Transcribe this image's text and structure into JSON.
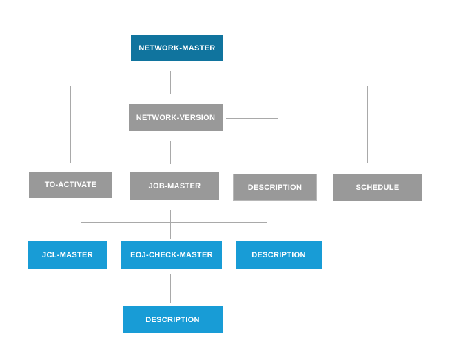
{
  "diagram": {
    "type": "hierarchy",
    "nodes": [
      {
        "id": "network-master",
        "label": "NETWORK-MASTER",
        "role": "root"
      },
      {
        "id": "network-version",
        "label": "NETWORK-VERSION",
        "role": "branch"
      },
      {
        "id": "to-activate",
        "label": "TO-ACTIVATE",
        "role": "branch"
      },
      {
        "id": "job-master",
        "label": "JOB-MASTER",
        "role": "branch"
      },
      {
        "id": "description-network",
        "label": "DESCRIPTION",
        "role": "branch"
      },
      {
        "id": "schedule",
        "label": "SCHEDULE",
        "role": "branch"
      },
      {
        "id": "jcl-master",
        "label": "JCL-MASTER",
        "role": "leaf"
      },
      {
        "id": "eoj-check-master",
        "label": "EOJ-CHECK-MASTER",
        "role": "leaf"
      },
      {
        "id": "description-job",
        "label": "DESCRIPTION",
        "role": "leaf"
      },
      {
        "id": "description-eoj",
        "label": "DESCRIPTION",
        "role": "leaf"
      }
    ],
    "edges": [
      {
        "from": "network-master",
        "to": "network-version"
      },
      {
        "from": "network-master",
        "to": "to-activate"
      },
      {
        "from": "network-master",
        "to": "schedule"
      },
      {
        "from": "network-version",
        "to": "job-master"
      },
      {
        "from": "network-version",
        "to": "description-network"
      },
      {
        "from": "job-master",
        "to": "jcl-master"
      },
      {
        "from": "job-master",
        "to": "eoj-check-master"
      },
      {
        "from": "job-master",
        "to": "description-job"
      },
      {
        "from": "eoj-check-master",
        "to": "description-eoj"
      }
    ],
    "colors": {
      "root_fill": "#10749e",
      "branch_fill": "#999999",
      "leaf_fill": "#189cd6",
      "connector": "#a9a9a9",
      "label_text": "#ffffff"
    }
  }
}
